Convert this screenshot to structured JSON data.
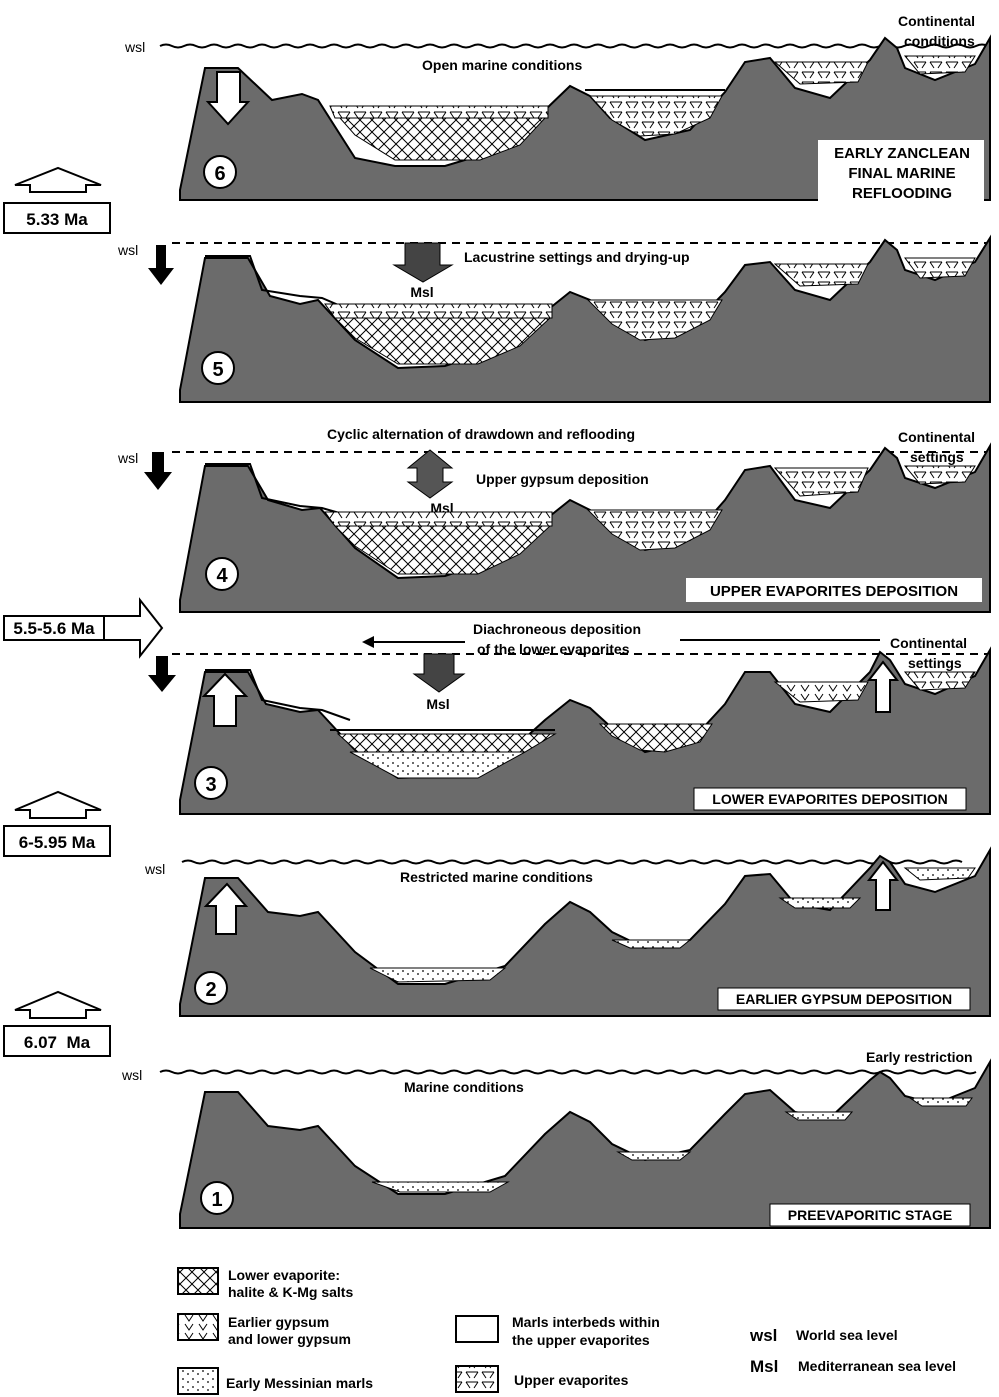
{
  "stages": [
    {
      "number": "6",
      "title_lines": [
        "EARLY ZANCLEAN",
        "FINAL MARINE",
        "REFLOODING"
      ],
      "annotations": [
        "Open marine conditions",
        "Continental",
        "conditions"
      ],
      "sea_label": "wsl"
    },
    {
      "number": "5",
      "title_lines": [],
      "annotations": [
        "Lacustrine settings and drying-up"
      ],
      "sea_label": "wsl",
      "msl_label": "Msl"
    },
    {
      "number": "4",
      "title_lines": [
        "UPPER EVAPORITES DEPOSITION"
      ],
      "annotations": [
        "Cyclic alternation of drawdown and reflooding",
        "Upper gypsum deposition",
        "Continental",
        "settings"
      ],
      "sea_label": "wsl",
      "msl_label": "Msl"
    },
    {
      "number": "3",
      "title_lines": [
        "LOWER EVAPORITES DEPOSITION"
      ],
      "annotations": [
        "Diachroneous deposition",
        "of the lower evaporites",
        "Continental",
        "settings"
      ],
      "sea_label": "",
      "msl_label": "Msl"
    },
    {
      "number": "2",
      "title_lines": [
        "EARLIER GYPSUM DEPOSITION"
      ],
      "annotations": [
        "Restricted marine conditions"
      ],
      "sea_label": "wsl"
    },
    {
      "number": "1",
      "title_lines": [
        "PREEVAPORITIC STAGE"
      ],
      "annotations": [
        "Marine conditions",
        "Early restriction"
      ],
      "sea_label": "wsl"
    }
  ],
  "ages": [
    "5.33 Ma",
    "5.5-5.6 Ma",
    "6-5.95 Ma",
    "6.07  Ma"
  ],
  "legend": {
    "lower_evaporite": [
      "Lower evaporite:",
      "halite & K-Mg salts"
    ],
    "earlier_gypsum": [
      "Earlier gypsum",
      "and lower gypsum"
    ],
    "early_marls": [
      "Early Messinian marls"
    ],
    "marls_interbeds": [
      "Marls interbeds within",
      "the upper evaporites"
    ],
    "upper_evaporites": [
      "Upper evaporites"
    ],
    "wsl_abbr": "wsl",
    "wsl_text": "World sea level",
    "msl_abbr": "Msl",
    "msl_text": "Mediterranean sea level"
  },
  "colors": {
    "rock": "#6b6b6b",
    "outline": "#000000",
    "paper": "#ffffff"
  }
}
